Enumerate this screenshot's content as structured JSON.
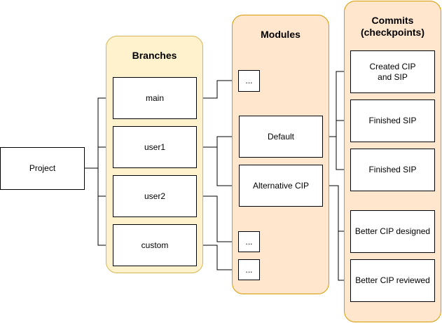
{
  "project": {
    "label": "Project"
  },
  "groups": {
    "branches": {
      "title": "Branches"
    },
    "modules": {
      "title": "Modules"
    },
    "commits": {
      "title_line1": "Commits",
      "title_line2": "(checkpoints)"
    }
  },
  "branches": [
    "main",
    "user1",
    "user2",
    "custom"
  ],
  "modules": {
    "ellipsis_top": "...",
    "default": "Default",
    "alternative": "Alternative CIP",
    "ellipsis_mid": "...",
    "ellipsis_bottom": "..."
  },
  "commits": [
    {
      "line1": "Created CIP",
      "line2": "and SIP"
    },
    {
      "line1": "Finished SIP",
      "line2": ""
    },
    {
      "line1": "Finished SIP",
      "line2": ""
    },
    {
      "line1": "Better CIP designed",
      "line2": ""
    },
    {
      "line1": "Better CIP reviewed",
      "line2": ""
    }
  ]
}
